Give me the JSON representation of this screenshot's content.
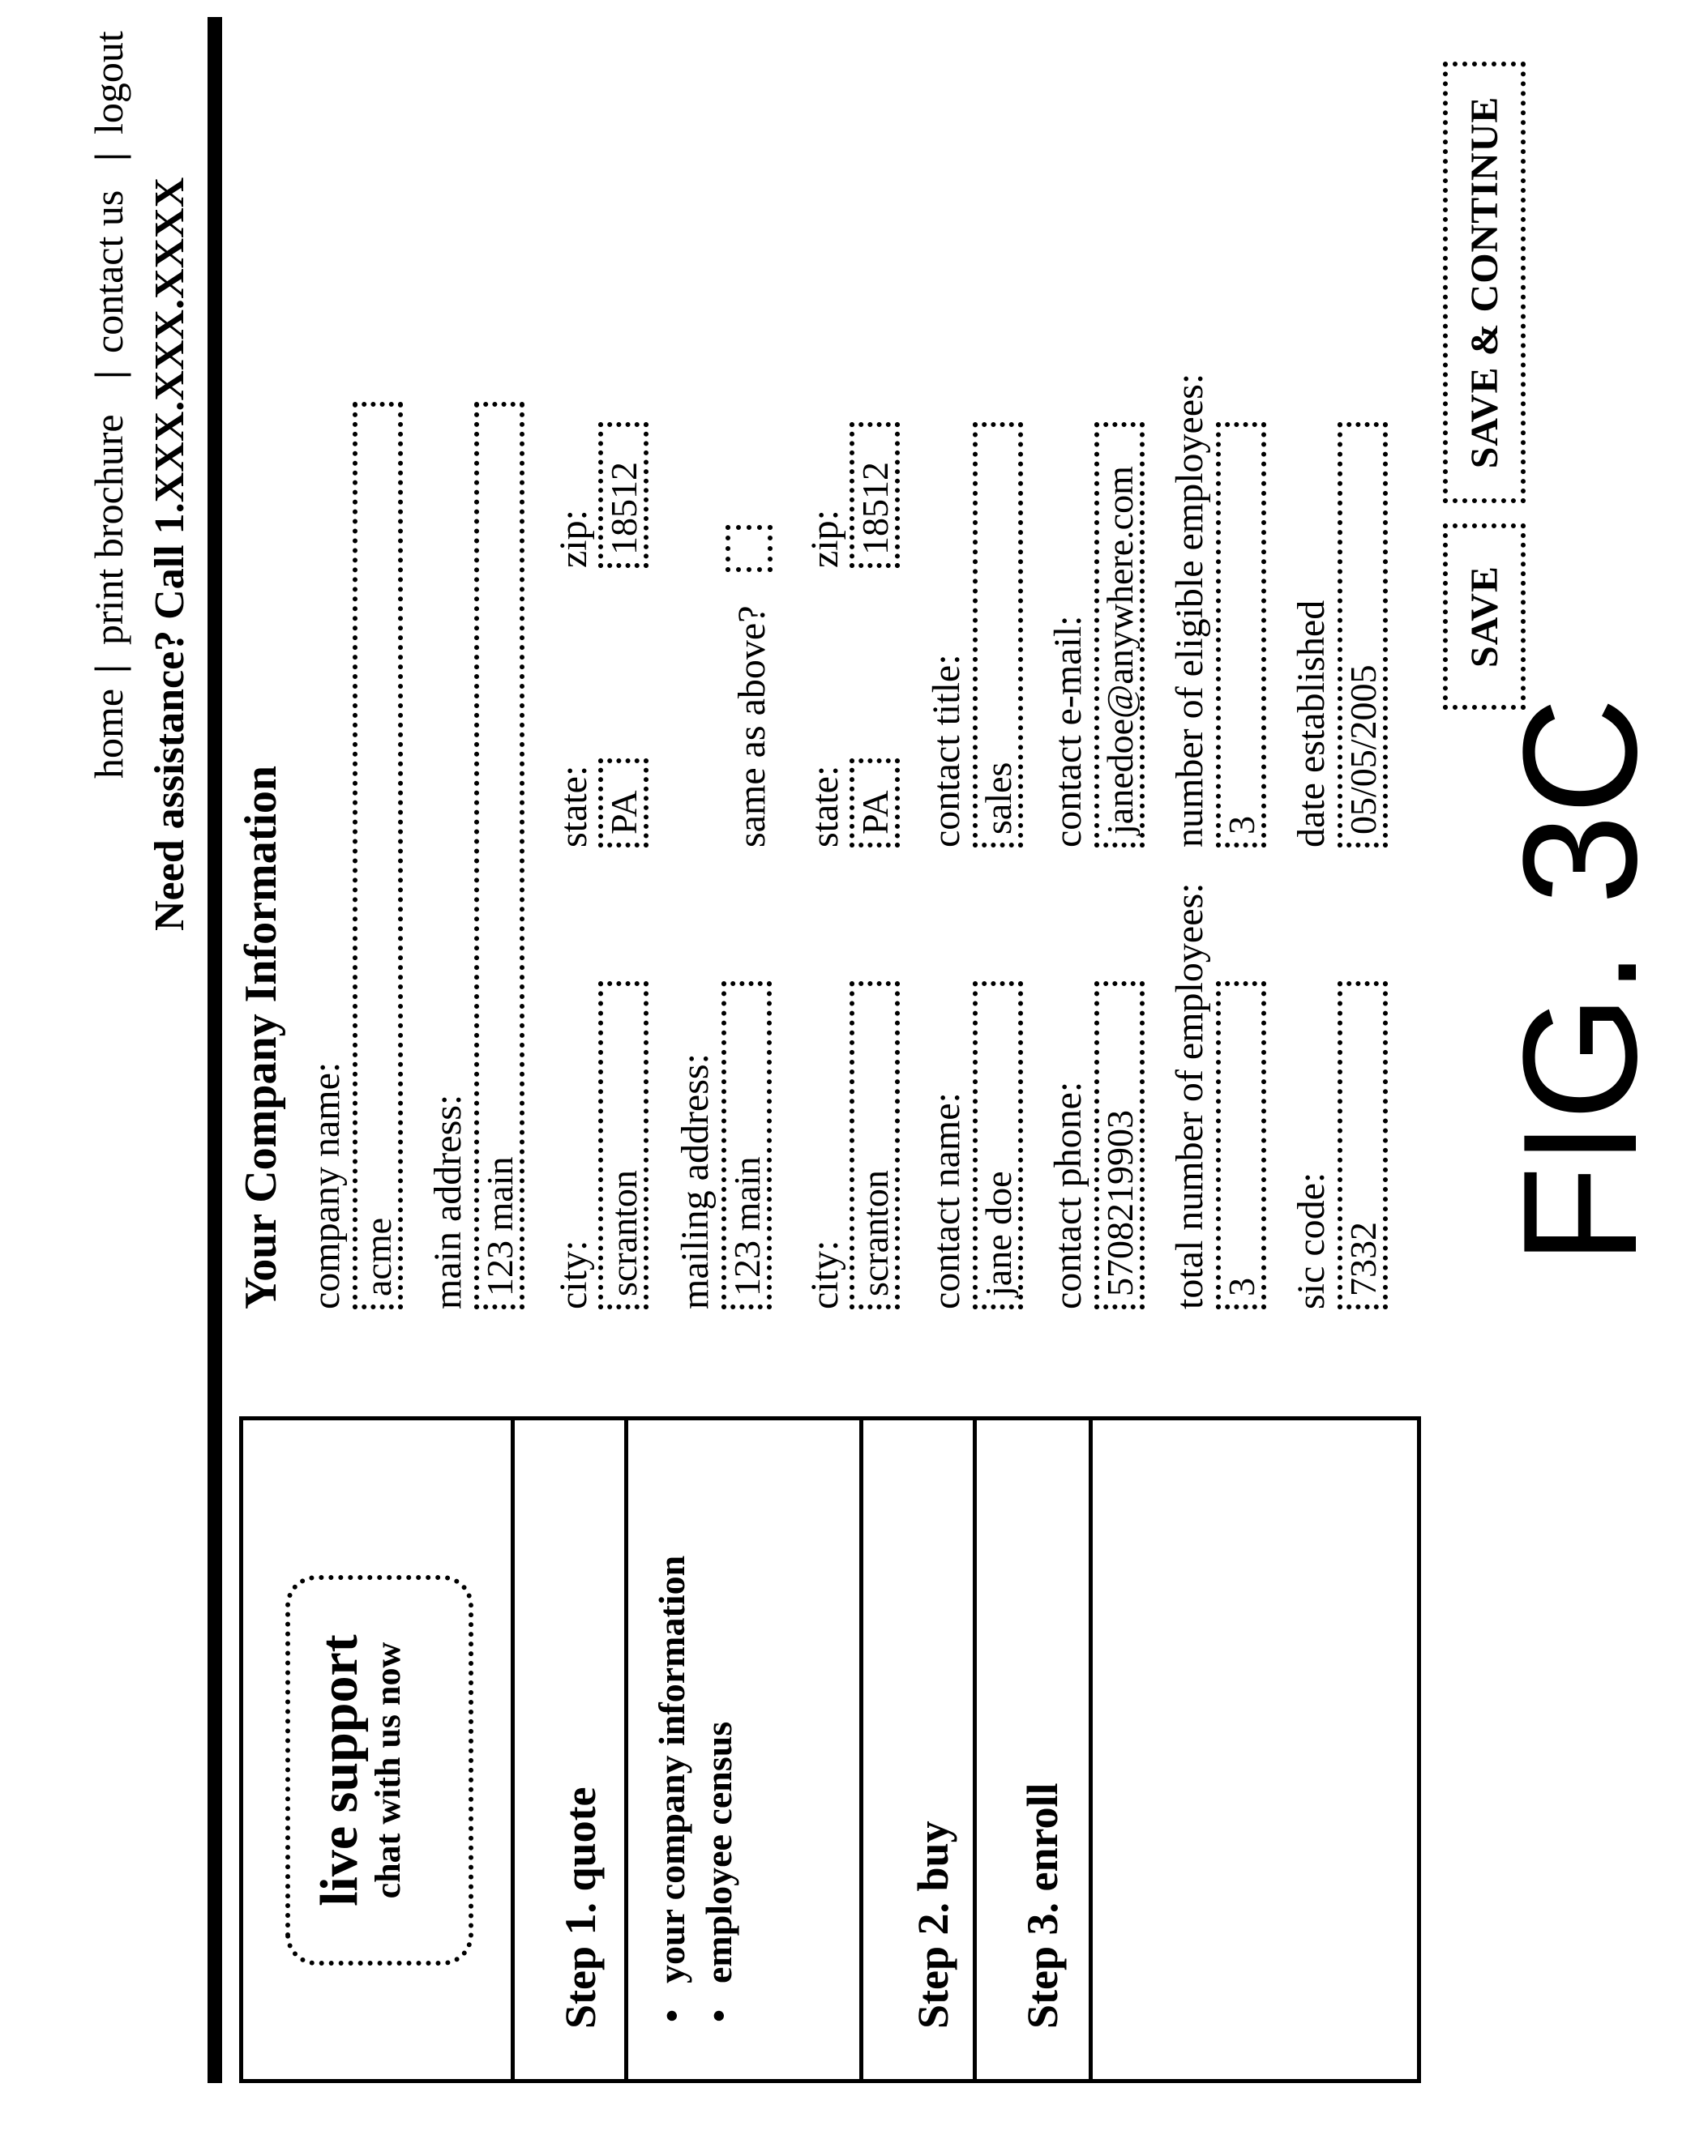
{
  "header": {
    "nav": [
      "home",
      "print brochure",
      "contact us",
      "logout"
    ],
    "assistance": "Need assistance?  Call 1.XXX.XXX.XXXX"
  },
  "sidebar": {
    "live_support": {
      "title": "live support",
      "subtitle": "chat with us now"
    },
    "step1": "Step 1.  quote",
    "step1_items": [
      "your company information",
      "employee census"
    ],
    "step2": "Step 2.  buy",
    "step3": "Step 3.  enroll"
  },
  "form": {
    "title": "Your Company Information",
    "company_name": {
      "label": "company name:",
      "value": "acme"
    },
    "main_address": {
      "label": "main address:",
      "value": "123 main"
    },
    "city": {
      "label": "city:",
      "value": "scranton"
    },
    "state": {
      "label": "state:",
      "value": "PA"
    },
    "zip": {
      "label": "zip:",
      "value": "18512"
    },
    "mailing_address": {
      "label": "mailing address:",
      "value": "123 main"
    },
    "same_as_above": {
      "label": "same as above?",
      "checked": false
    },
    "mail_city": {
      "label": "city:",
      "value": "scranton"
    },
    "mail_state": {
      "label": "state:",
      "value": "PA"
    },
    "mail_zip": {
      "label": "zip:",
      "value": "18512"
    },
    "contact_name": {
      "label": "contact name:",
      "value": "jane doe"
    },
    "contact_title": {
      "label": "contact title:",
      "value": "sales"
    },
    "contact_phone": {
      "label": "contact phone:",
      "value": "5708219903"
    },
    "contact_email": {
      "label": "contact e-mail:",
      "value": "janedoe@anywhere.com"
    },
    "total_employees": {
      "label": "total number of employees:",
      "value": "3"
    },
    "eligible_employees": {
      "label": "number of eligible employees:",
      "value": "3"
    },
    "sic_code": {
      "label": "sic code:",
      "value": "7332"
    },
    "date_established": {
      "label": "date established",
      "value": "05/05/2005"
    }
  },
  "buttons": {
    "save": "SAVE",
    "save_continue": "SAVE & CONTINUE"
  },
  "figure_label": "FIG. 3C"
}
